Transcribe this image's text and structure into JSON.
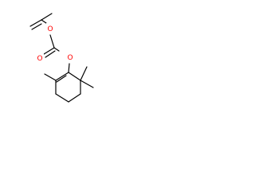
{
  "colors": {
    "background": "#ffffff",
    "bond": "#000000",
    "oxygen": "#ff0000"
  },
  "atoms": {
    "oxygen_ester_top": {
      "symbol": "O"
    },
    "oxygen_carbonyl": {
      "symbol": "O"
    },
    "oxygen_ester_ring": {
      "symbol": "O"
    }
  }
}
